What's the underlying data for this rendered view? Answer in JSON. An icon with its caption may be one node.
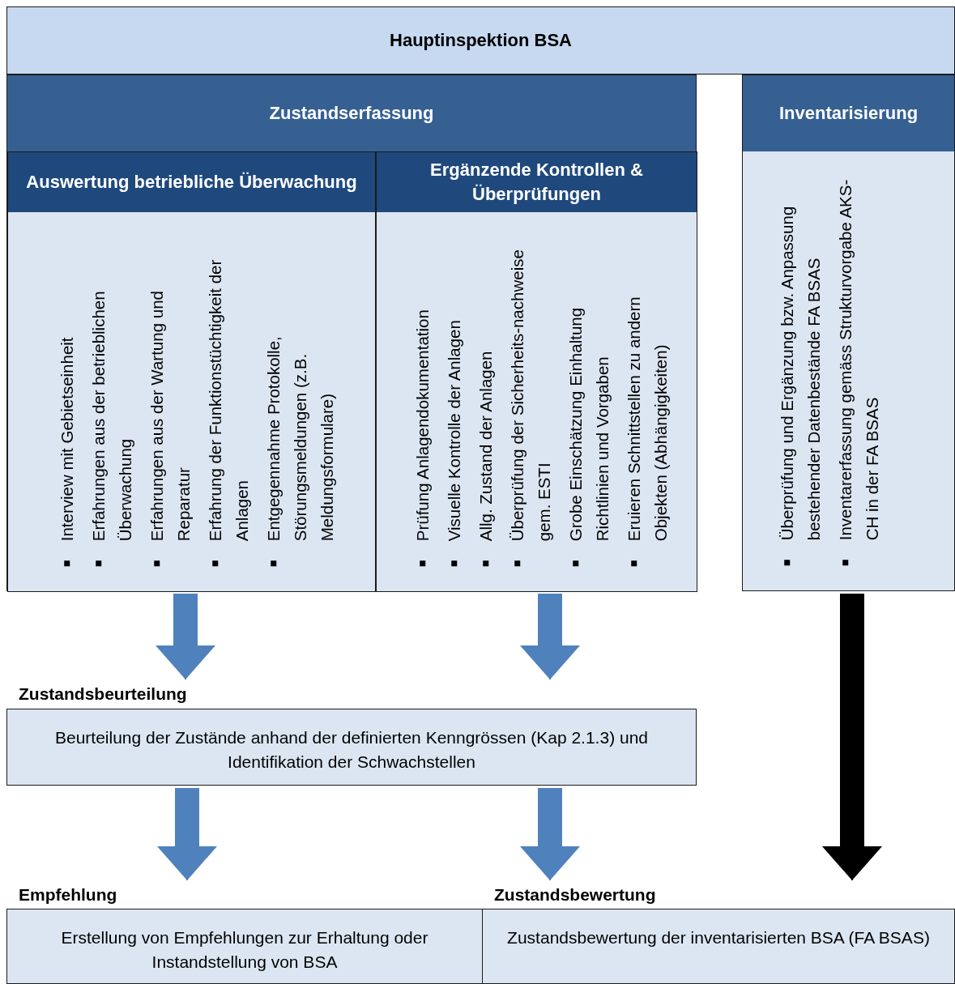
{
  "diagram": {
    "nodes": [
      {
        "text": [
          "Hauptinspektion BSA"
        ]
      },
      {
        "text": [
          "Zustandserfassung"
        ]
      },
      {
        "text": [
          "Auswertung betriebliche Überwachung",
          "Interview mit Gebietseinheit",
          "Erfahrungen aus der betrieblichen Überwachung",
          "Erfahrungen aus der Wartung und Reparatur",
          "Erfahrung der Funktionstüchtigkeit der Anlagen",
          "Entgegennahme Protokolle, Störungsmeldungen (z.B. Meldungsformulare)"
        ],
        "in": 1
      },
      {
        "text": [
          "Ergänzende Kontrollen & Überprüfungen",
          "Prüfung Anlagendokumentation",
          "Visuelle Kontrolle der Anlagen",
          "Allg. Zustand der Anlagen",
          "Überprüfung der Sicherheits-nachweise gem. ESTI",
          "Grobe Einschätzung Einhaltung Richtlinien und Vorgaben",
          "Eruieren Schnittstellen zu andern Objekten (Abhängigkeiten)"
        ],
        "in": 1
      },
      {
        "text": [
          "Inventarisierung",
          "Überprüfung und Ergänzung bzw. Anpassung bestehender Datenbestände FA BSAS",
          "Inventarerfassung gemäss Strukturvorgabe AKS-CH in der FA BSAS"
        ]
      },
      {
        "text": [
          "Zustandsbeurteilung",
          "Beurteilung der Zustände anhand der definierten Kenngrössen (Kap 2.1.3) und Identifikation der Schwachstellen"
        ]
      },
      {
        "text": [
          "Empfehlung",
          "Erstellung von Empfehlungen zur Erhaltung oder Instandstellung von BSA"
        ]
      },
      {
        "text": [
          "Zustandsbewertung",
          "Zustandsbewertung der inventarisierten BSA (FA BSAS)"
        ]
      }
    ],
    "edges": [
      {
        "from": 2,
        "to": 5,
        "arrow": "to"
      },
      {
        "from": 3,
        "to": 5,
        "arrow": "to"
      },
      {
        "from": 5,
        "to": 6,
        "arrow": "to"
      },
      {
        "from": 5,
        "to": 7,
        "arrow": "to"
      },
      {
        "from": 4,
        "to": 7,
        "arrow": "to",
        "color": "#000000"
      }
    ]
  }
}
